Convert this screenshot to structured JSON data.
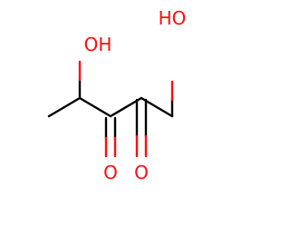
{
  "molecule": {
    "labels": {
      "hydroxyl_left": "OH",
      "hydroxyl_right": "HO",
      "oxygen_c3": "O",
      "oxygen_c4": "O"
    }
  },
  "colors": {
    "heteroatom": "#ff0d0d",
    "bond": "#000000",
    "background": "#ffffff"
  }
}
